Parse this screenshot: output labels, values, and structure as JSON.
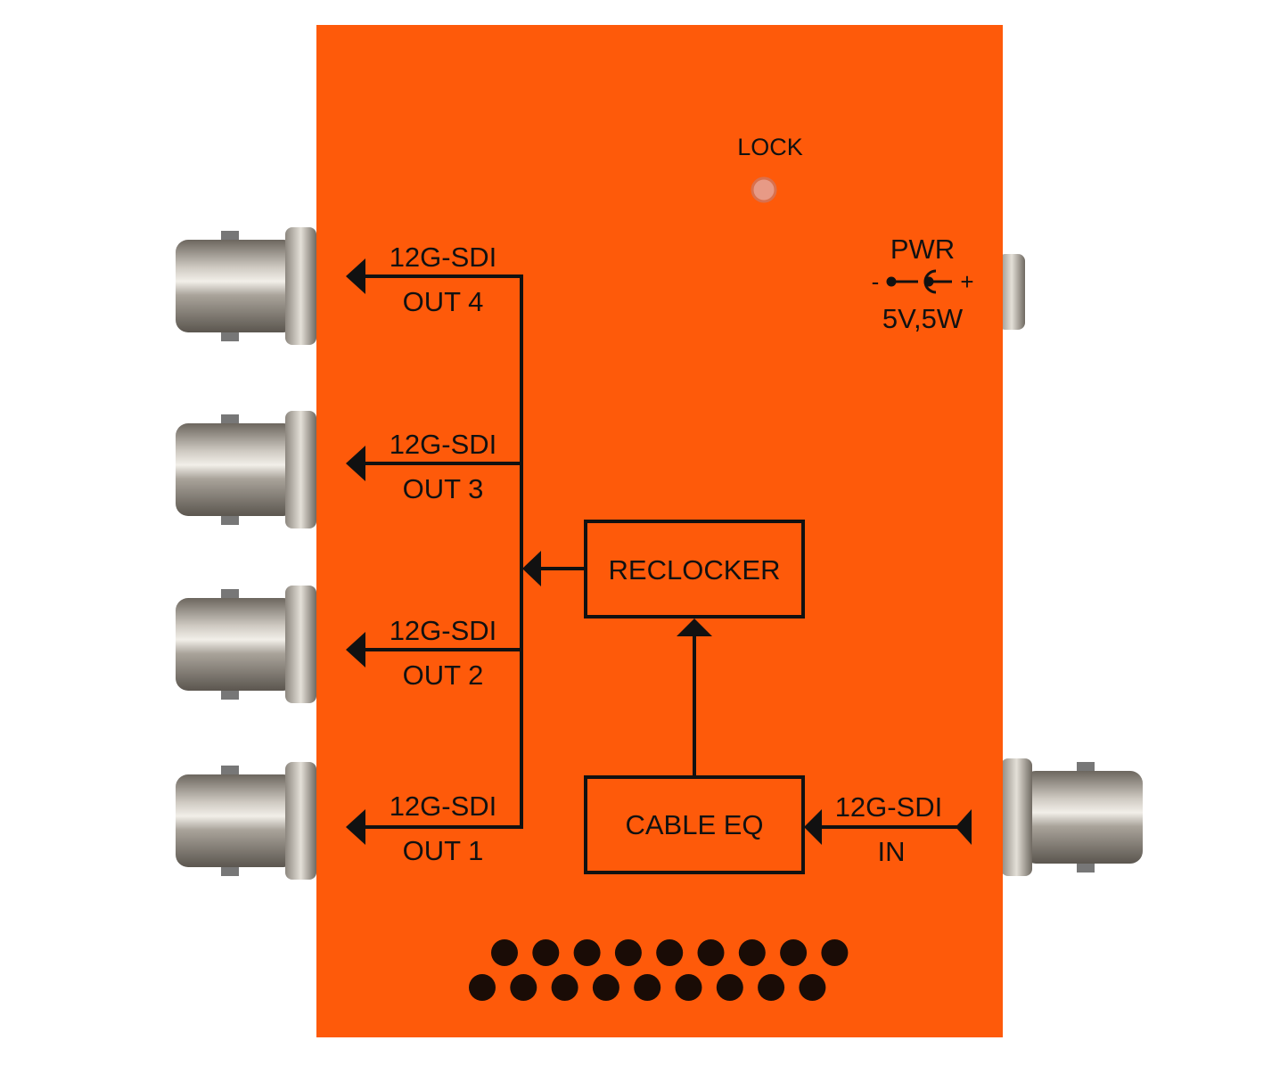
{
  "device": {
    "body_color": "#fe5a0a",
    "lock_label": "LOCK",
    "power": {
      "label": "PWR",
      "minus": "-",
      "plus": "+",
      "rating": "5V,5W"
    },
    "outputs": [
      {
        "type": "12G-SDI",
        "name": "OUT 4"
      },
      {
        "type": "12G-SDI",
        "name": "OUT 3"
      },
      {
        "type": "12G-SDI",
        "name": "OUT 2"
      },
      {
        "type": "12G-SDI",
        "name": "OUT 1"
      }
    ],
    "input": {
      "type": "12G-SDI",
      "name": "IN"
    },
    "blocks": {
      "reclocker": "RECLOCKER",
      "cable_eq": "CABLE EQ"
    }
  }
}
